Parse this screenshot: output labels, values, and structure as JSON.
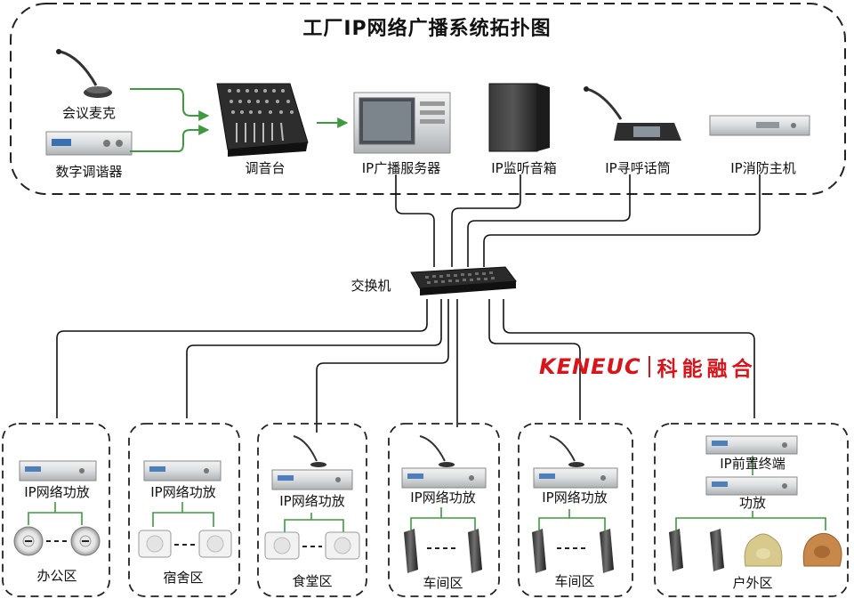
{
  "title": "工厂IP网络广播系统拓扑图",
  "control_room": {
    "conference_mic": "会议麦克",
    "digital_tuner": "数字调谐器",
    "mixer": "调音台",
    "server": "IP广播服务器",
    "monitor_speaker": "IP监听音箱",
    "paging_mic": "IP寻呼话筒",
    "fire_host": "IP消防主机"
  },
  "switch_label": "交换机",
  "logo": {
    "en": "KENEUC",
    "cn": "科能融合"
  },
  "zones": [
    {
      "amp_label": "IP网络功放",
      "zone_label": "办公区"
    },
    {
      "amp_label": "IP网络功放",
      "zone_label": "宿舍区"
    },
    {
      "amp_label": "IP网络功放",
      "zone_label": "食堂区"
    },
    {
      "amp_label": "IP网络功放",
      "zone_label": "车间区"
    },
    {
      "amp_label": "IP网络功放",
      "zone_label": "车间区"
    },
    {
      "front_label": "IP前置终端",
      "amp_label": "功放",
      "zone_label": "户外区"
    }
  ],
  "colors": {
    "arrow": "#3f9a3f",
    "line": "#111111",
    "wire_green": "#3f9a3f",
    "logo": "#d7151b"
  }
}
